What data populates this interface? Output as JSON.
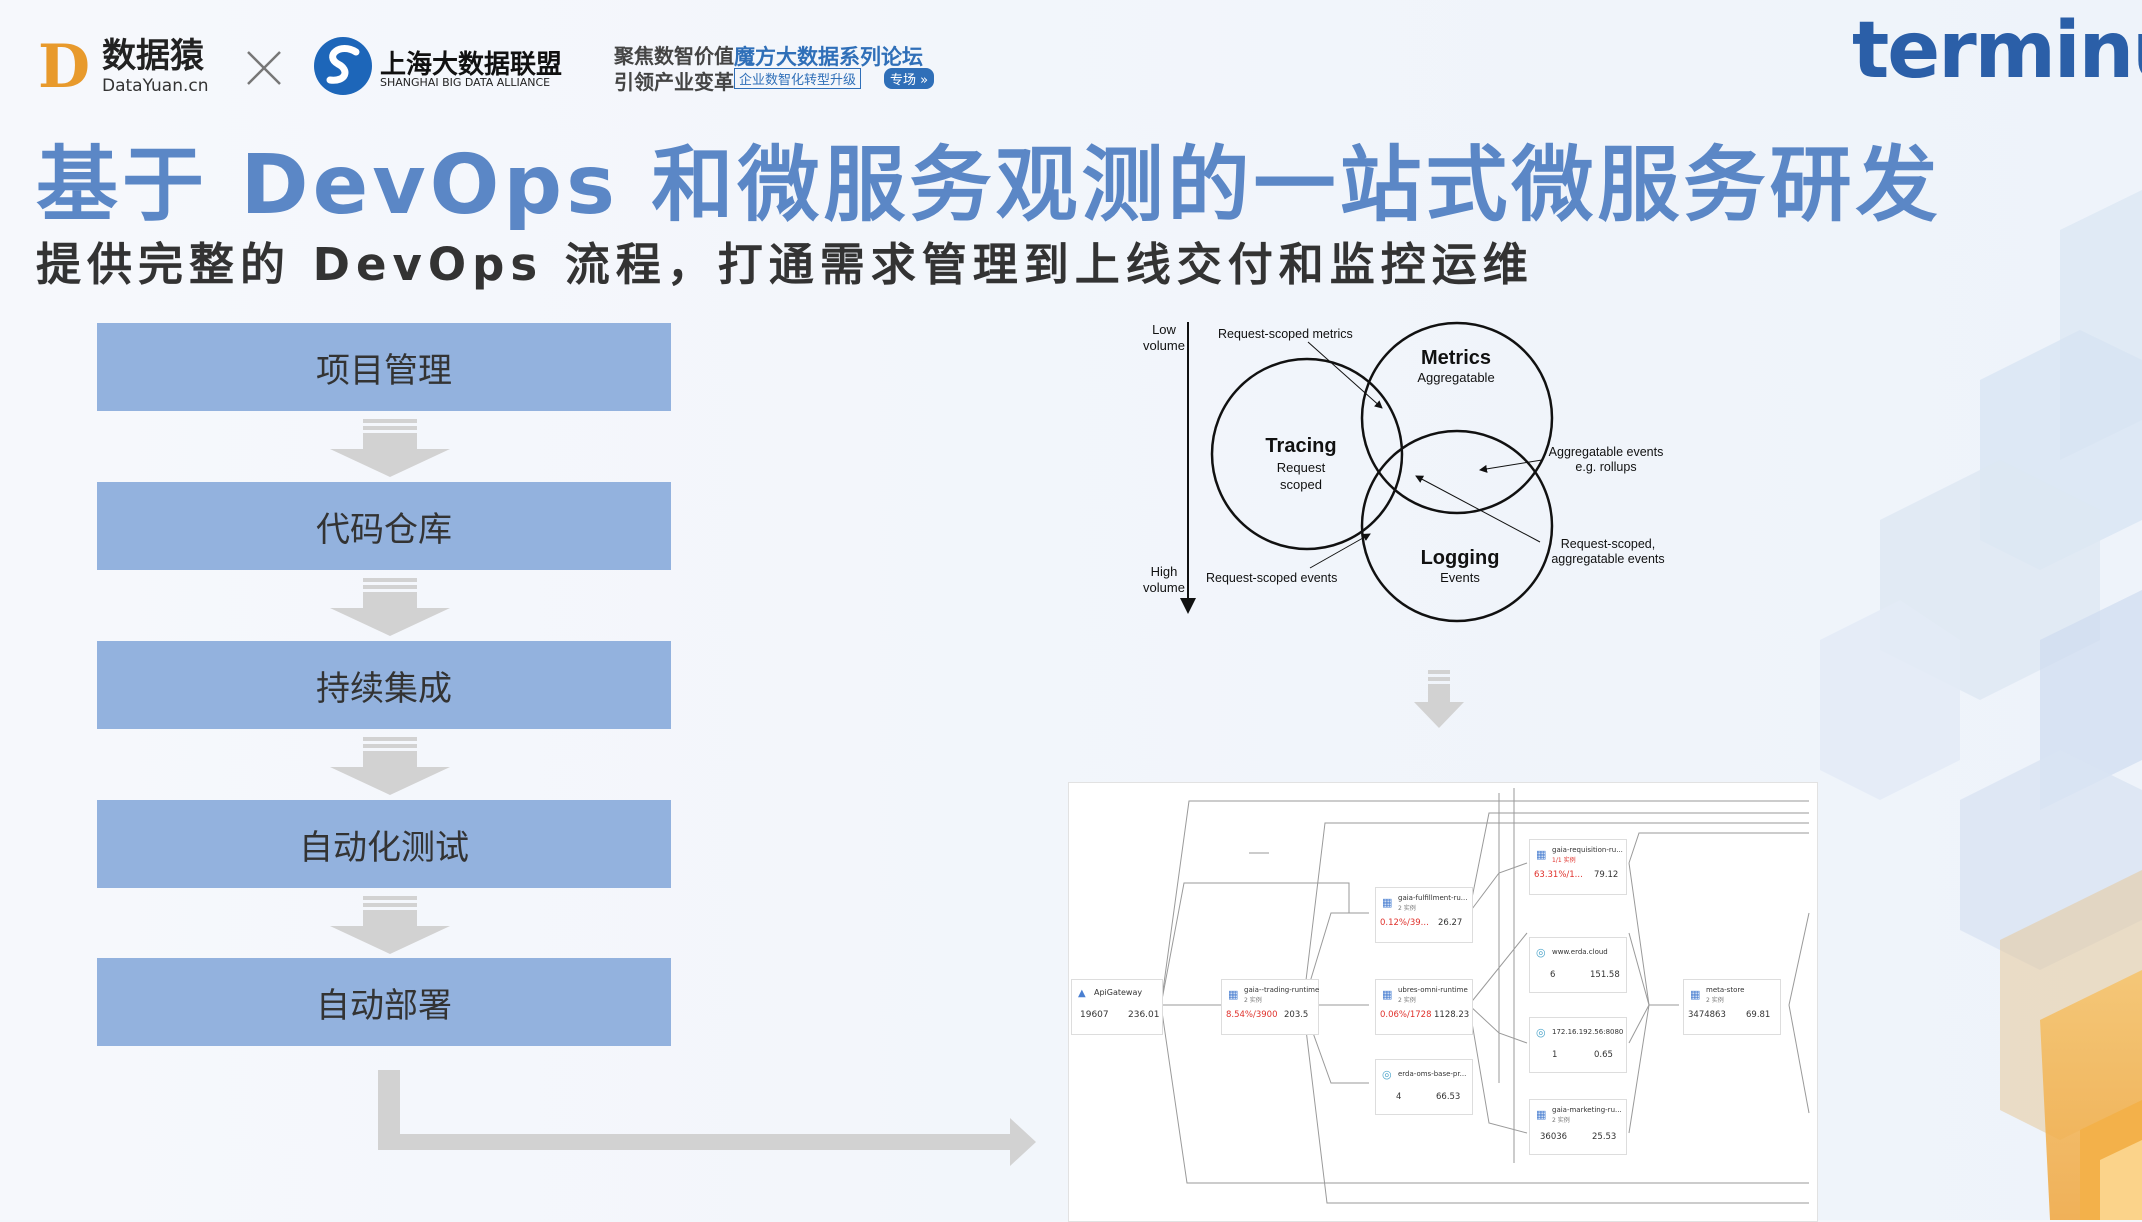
{
  "header": {
    "logo1_name": "数据猿",
    "logo1_sub": "DataYuan.cn",
    "logo1_mark": "D",
    "logo2_name": "上海大数据联盟",
    "logo2_sub": "SHANGHAI BIG DATA ALLIANCE",
    "forum_line1": "聚焦数智价值",
    "forum_line2": "引领产业变革",
    "forum_title": "魔方大数据系列论坛",
    "forum_sub": "企业数智化转型升级",
    "forum_tag": "专场 »",
    "company_logo": "terminus"
  },
  "title": "基于 DevOps 和微服务观测的一站式微服务研发",
  "subtitle": "提供完整的 DevOps 流程，打通需求管理到上线交付和监控运维",
  "steps": [
    "项目管理",
    "代码仓库",
    "持续集成",
    "自动化测试",
    "自动部署"
  ],
  "venn": {
    "axis_top": [
      "Low",
      "volume"
    ],
    "axis_bottom": [
      "High",
      "volume"
    ],
    "tracing": "Tracing",
    "tracing_sub": [
      "Request",
      "scoped"
    ],
    "metrics": "Metrics",
    "metrics_sub": "Aggregatable",
    "logging": "Logging",
    "logging_sub": "Events",
    "label_req_metrics": "Request-scoped metrics",
    "label_agg_events": [
      "Aggregatable events",
      "e.g. rollups"
    ],
    "label_req_agg": [
      "Request-scoped,",
      "aggregatable events"
    ],
    "label_req_events": "Request-scoped events"
  },
  "topology": {
    "nodes": [
      {
        "name": "ApiGateway",
        "inst": "",
        "v1": "19607",
        "v2": "236.01",
        "alert": ""
      },
      {
        "name": "gaia--trading-runtime",
        "inst": "2 实例",
        "v1": "8.54%/3900",
        "v2": "203.5",
        "alert": "red"
      },
      {
        "name": "gaia-fulfillment-ru...",
        "inst": "2 实例",
        "v1": "0.12%/39...",
        "v2": "26.27",
        "alert": "red"
      },
      {
        "name": "ubres-omni-runtime",
        "inst": "2 实例",
        "v1": "0.06%/1728",
        "v2": "1128.23",
        "alert": "red"
      },
      {
        "name": "erda-oms-base-pr...",
        "inst": "",
        "v1": "4",
        "v2": "66.53",
        "alert": ""
      },
      {
        "name": "gaia-requisition-ru...",
        "inst": "1/1 实例",
        "v1": "63.31%/1...",
        "v2": "79.12",
        "alert": "red"
      },
      {
        "name": "www.erda.cloud",
        "inst": "",
        "v1": "6",
        "v2": "151.58",
        "alert": ""
      },
      {
        "name": "172.16.192.56:8080",
        "inst": "",
        "v1": "1",
        "v2": "0.65",
        "alert": ""
      },
      {
        "name": "gaia-marketing-ru...",
        "inst": "2 实例",
        "v1": "36036",
        "v2": "25.53",
        "alert": ""
      },
      {
        "name": "meta-store",
        "inst": "2 实例",
        "v1": "3474863",
        "v2": "69.81",
        "alert": ""
      }
    ]
  },
  "colors": {
    "title": "#5b87c6",
    "step_fill": "#93b2de",
    "arrow": "#d2d2d2",
    "brand_blue": "#2f6fb8",
    "alert_red": "#e0322c"
  }
}
